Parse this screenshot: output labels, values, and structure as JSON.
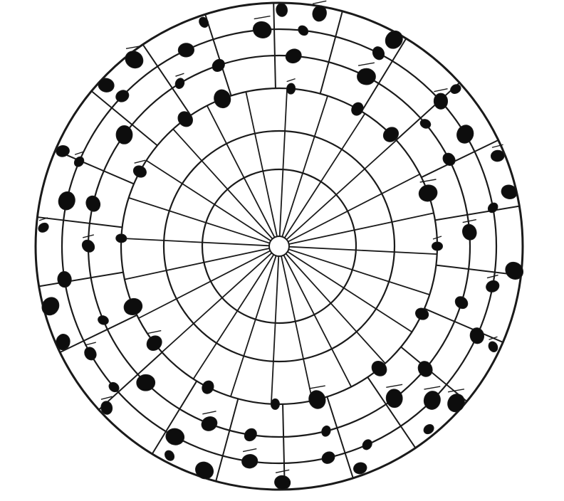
{
  "diagram": {
    "style": "hand-drawn ink sketch",
    "colors": {
      "background": "#ffffff",
      "ink": "#1a1a1a",
      "fill": "#0d0d0d"
    },
    "ring_count": 6,
    "spoke_count": 24,
    "hub_shape": "open circle",
    "outer_nodes_per_ring": [
      16,
      18,
      20,
      22
    ],
    "node_shape": "filled ink blob",
    "labels": []
  }
}
